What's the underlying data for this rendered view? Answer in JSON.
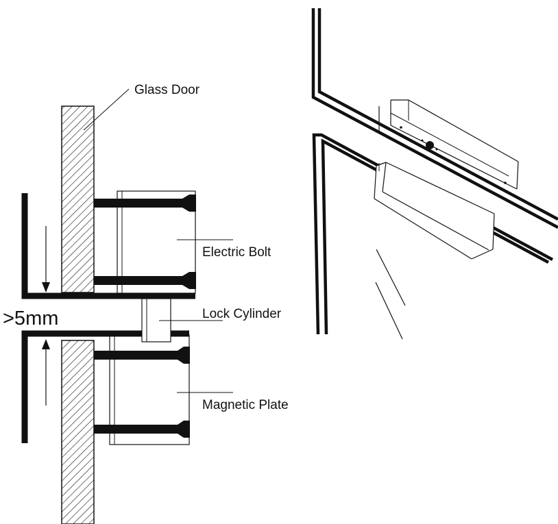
{
  "labels": {
    "glass_door": "Glass Door",
    "electric_bolt": "Electric Bolt",
    "lock_cylinder": "Lock Cylinder",
    "gap": ">5mm",
    "magnetic_plate": "Magnetic Plate"
  },
  "colors": {
    "line": "#111111",
    "background": "#ffffff"
  }
}
